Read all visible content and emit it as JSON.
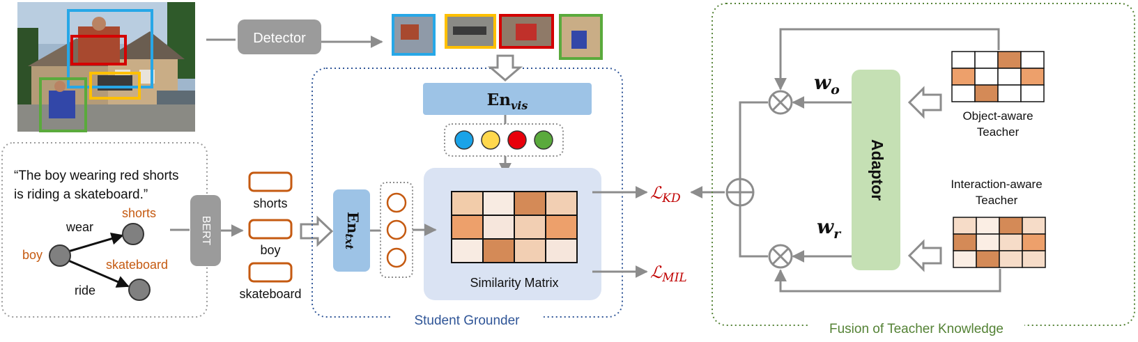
{
  "detector": {
    "label": "Detector"
  },
  "bert": {
    "label": "BERT"
  },
  "sentence": {
    "line1": "“The boy wearing red shorts",
    "line2": "is riding a skateboard.”"
  },
  "graph": {
    "nodes": {
      "boy": "boy",
      "shorts": "shorts",
      "skateboard": "skateboard"
    },
    "edges": {
      "wear": "wear",
      "ride": "ride"
    }
  },
  "tokens": {
    "shorts": "shorts",
    "boy": "boy",
    "skateboard": "skateboard"
  },
  "student": {
    "title": "Student Grounder",
    "en_vis": {
      "base": "En",
      "sub": "vis"
    },
    "en_txt": {
      "base": "En",
      "sub": "txt"
    },
    "similarity_label": "Similarity Matrix",
    "feature_colors": [
      "#1aa3e8",
      "#ffd84d",
      "#e8000b",
      "#5aaa3c"
    ]
  },
  "losses": {
    "kd": {
      "base": "ℒ",
      "sub": "KD"
    },
    "mil": {
      "base": "ℒ",
      "sub": "MIL"
    }
  },
  "fusion": {
    "title": "Fusion of Teacher Knowledge",
    "adaptor": "Adaptor",
    "w_o": {
      "base": "w",
      "sub": "o"
    },
    "w_r": {
      "base": "w",
      "sub": "r"
    },
    "object_teacher": {
      "line1": "Object-aware",
      "line2": "Teacher"
    },
    "interaction_teacher": {
      "line1": "Interaction-aware",
      "line2": "Teacher"
    }
  },
  "colors": {
    "detector_box": "#9b9b9b",
    "encoder_blue": "#9dc3e6",
    "student_panel": "#dae3f3",
    "adaptor_green": "#c5e0b4",
    "loss_red": "#c00000",
    "token_orange": "#c55a11",
    "box_blue": "#27a7e7",
    "box_yellow": "#ffc000",
    "box_red": "#d40000",
    "box_green": "#5aaa3c",
    "student_title": "#2f5597",
    "fusion_title": "#548235"
  },
  "similarity_matrix": {
    "cells": [
      [
        "#f2ccaa",
        "#f8ebe2",
        "#d48a57",
        "#f2cfb3"
      ],
      [
        "#eda06b",
        "#f6e6dc",
        "#f2cfb3",
        "#eda06b"
      ],
      [
        "#f8ebe2",
        "#d48a57",
        "#f2cfb3",
        "#f6e6dc"
      ]
    ]
  },
  "object_teacher_grid": {
    "cells": [
      [
        "#ffffff",
        "#ffffff",
        "#d48a57",
        "#ffffff"
      ],
      [
        "#eda06b",
        "#ffffff",
        "#ffffff",
        "#eda06b"
      ],
      [
        "#ffffff",
        "#d48a57",
        "#ffffff",
        "#ffffff"
      ]
    ]
  },
  "interaction_teacher_grid": {
    "cells": [
      [
        "#f6dcc8",
        "#fbeee4",
        "#d48a57",
        "#f6dcc8"
      ],
      [
        "#d48a57",
        "#fbeee4",
        "#f6dcc8",
        "#eda06b"
      ],
      [
        "#fbeee4",
        "#d48a57",
        "#f6dcc8",
        "#f6dcc8"
      ]
    ]
  }
}
